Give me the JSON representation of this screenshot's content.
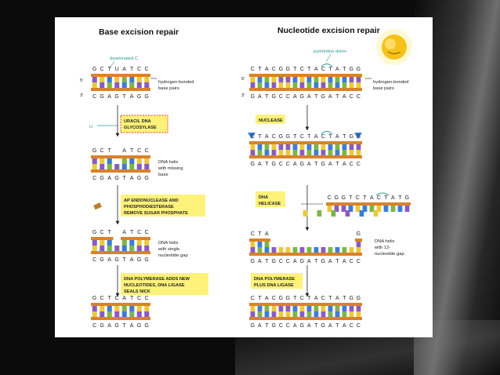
{
  "colors": {
    "backbone": "#d9822b",
    "green": "#7ab648",
    "blue": "#3b7dd8",
    "purple": "#8a5cc2",
    "yellow": "#e9c93c",
    "enzyme_box": "#fff27a",
    "mark": "#e23b3b",
    "teal": "#2a9a94"
  },
  "ber": {
    "title": "Base excision repair",
    "deaminated_label": "deaminated C",
    "strand_5": "5'",
    "strand_3": "3'",
    "seq_top_1": [
      "G",
      "C",
      "T",
      "U",
      "A",
      "T",
      "C",
      "C"
    ],
    "seq_bottom": [
      "C",
      "G",
      "A",
      "G",
      "T",
      "A",
      "G",
      "G"
    ],
    "hbond_label": [
      "hydrogen-bonded",
      "base pairs"
    ],
    "enzyme_1": [
      "URACIL DNA",
      "GLYCOSYLASE"
    ],
    "released_base": "U",
    "seq_top_2": [
      "G",
      "C",
      "T",
      " ",
      "A",
      "T",
      "C",
      "C"
    ],
    "step_2_label": [
      "DNA helix",
      "with missing",
      "base"
    ],
    "enzyme_2": [
      "AP ENDONUCLEASE AND",
      "PHOSPHODIESTERASE",
      "REMOVE SUGAR PHOSPHATE"
    ],
    "step_3_label": [
      "DNA helix",
      "with single",
      "nucleotide gap"
    ],
    "enzyme_3": [
      "DNA POLYMERASE ADDS NEW",
      "NUCLEOTIDES, DNA LIGASE",
      "SEALS NICK"
    ],
    "seq_top_4": [
      "G",
      "C",
      "T",
      "C",
      "A",
      "T",
      "C",
      "C"
    ]
  },
  "ner": {
    "title": "Nucleotide excision repair",
    "dimer_label": "pyrimidine dimer",
    "strand_5": "5'",
    "strand_3": "3'",
    "seq_top_1": [
      "C",
      "T",
      "A",
      "C",
      "G",
      "G",
      "T",
      "C",
      "T",
      "A",
      "C",
      "T",
      "A",
      "T",
      "G",
      "G"
    ],
    "seq_bottom": [
      "G",
      "A",
      "T",
      "G",
      "C",
      "C",
      "A",
      "G",
      "A",
      "T",
      "G",
      "A",
      "T",
      "A",
      "C",
      "C"
    ],
    "hbond_label": [
      "hydrogen-bonded",
      "base pairs"
    ],
    "enzyme_1": [
      "NUCLEASE"
    ],
    "enzyme_2": [
      "DNA",
      "HELICASE"
    ],
    "excised_seq": [
      "C",
      "G",
      "G",
      "T",
      "C",
      "T",
      "A",
      "C",
      "T",
      "A",
      "T",
      "G"
    ],
    "gap_top_left": [
      "C",
      "T",
      "A"
    ],
    "gap_top_right": [
      "G"
    ],
    "step_3_label": [
      "DNA helix",
      "with 12-",
      "nucleotide gap"
    ],
    "enzyme_3": [
      "DNA POLYMERASE",
      "PLUS DNA LIGASE"
    ],
    "seq_top_4": [
      "C",
      "T",
      "A",
      "C",
      "G",
      "G",
      "T",
      "C",
      "T",
      "A",
      "C",
      "T",
      "A",
      "T",
      "G",
      "G"
    ]
  }
}
